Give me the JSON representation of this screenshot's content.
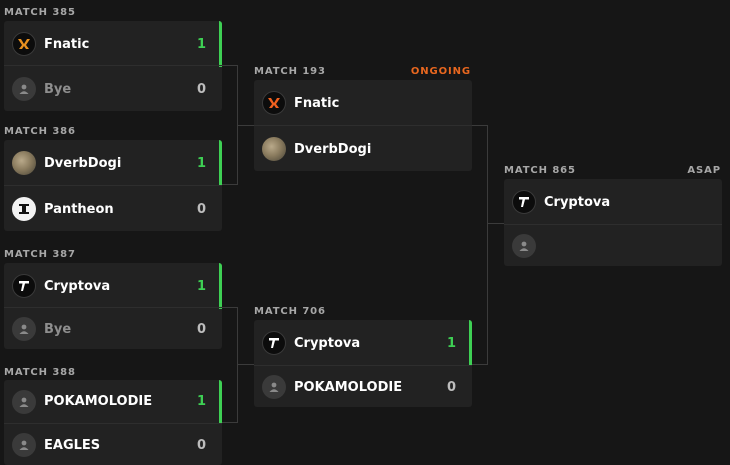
{
  "colors": {
    "background": "#161616",
    "card": "#222222",
    "win_green": "#3ed054",
    "ongoing_orange": "#e8671f",
    "asap_gray": "#a7a7a7"
  },
  "matches": {
    "m385": {
      "label": "MATCH 385",
      "team1": {
        "name": "Fnatic",
        "score": "1",
        "icon": "fnatic-logo-icon"
      },
      "team2": {
        "name": "Bye",
        "score": "0",
        "icon": "user-placeholder-icon"
      }
    },
    "m386": {
      "label": "MATCH 386",
      "team1": {
        "name": "DverbDogi",
        "score": "1",
        "icon": "dverbdogi-avatar-icon"
      },
      "team2": {
        "name": "Pantheon",
        "score": "0",
        "icon": "pantheon-logo-icon"
      }
    },
    "m387": {
      "label": "MATCH 387",
      "team1": {
        "name": "Cryptova",
        "score": "1",
        "icon": "cryptova-logo-icon"
      },
      "team2": {
        "name": "Bye",
        "score": "0",
        "icon": "user-placeholder-icon"
      }
    },
    "m388": {
      "label": "MATCH 388",
      "team1": {
        "name": "POKAMOLODIE",
        "score": "1",
        "icon": "user-placeholder-icon"
      },
      "team2": {
        "name": "EAGLES",
        "score": "0",
        "icon": "user-placeholder-icon"
      }
    },
    "m193": {
      "label": "MATCH 193",
      "status": "ONGOING",
      "team1": {
        "name": "Fnatic",
        "icon": "fnatic-logo-icon"
      },
      "team2": {
        "name": "DverbDogi",
        "icon": "dverbdogi-avatar-icon"
      }
    },
    "m706": {
      "label": "MATCH 706",
      "team1": {
        "name": "Cryptova",
        "score": "1",
        "icon": "cryptova-logo-icon"
      },
      "team2": {
        "name": "POKAMOLODIE",
        "score": "0",
        "icon": "user-placeholder-icon"
      }
    },
    "m865": {
      "label": "MATCH 865",
      "status": "ASAP",
      "team1": {
        "name": "Cryptova",
        "icon": "cryptova-logo-icon"
      },
      "team2": {
        "name": "",
        "icon": "user-placeholder-icon"
      }
    }
  }
}
